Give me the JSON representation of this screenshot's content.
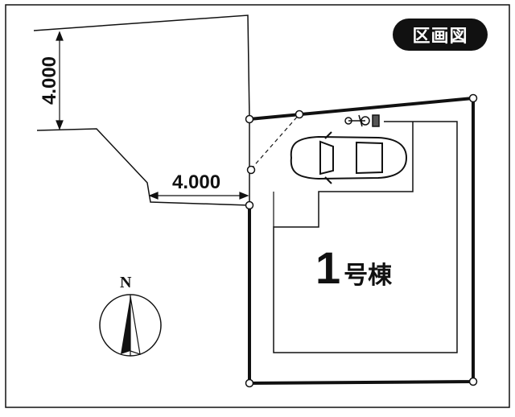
{
  "badge": {
    "label": "区画図"
  },
  "dimensions": {
    "vertical": "4.000",
    "horizontal": "4.000"
  },
  "lot": {
    "number": "1",
    "suffix": "号棟"
  },
  "compass": {
    "north_label": "N",
    "icon": "north-arrow-icon"
  },
  "icons": [
    "car-icon",
    "bicycle-icon",
    "north-arrow-icon"
  ]
}
